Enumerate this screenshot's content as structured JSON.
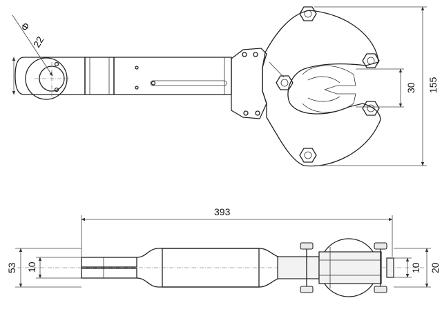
{
  "top_view": {
    "dim_diameter": "22",
    "dim_diameter_symbol": "Φ",
    "dim_jaw_gap": "30",
    "dim_overall_height": "155"
  },
  "side_view": {
    "dim_overall_length": "393",
    "dim_left_height": "53",
    "dim_left_slot": "10",
    "dim_right_slot": "10",
    "dim_right_height": "20"
  }
}
